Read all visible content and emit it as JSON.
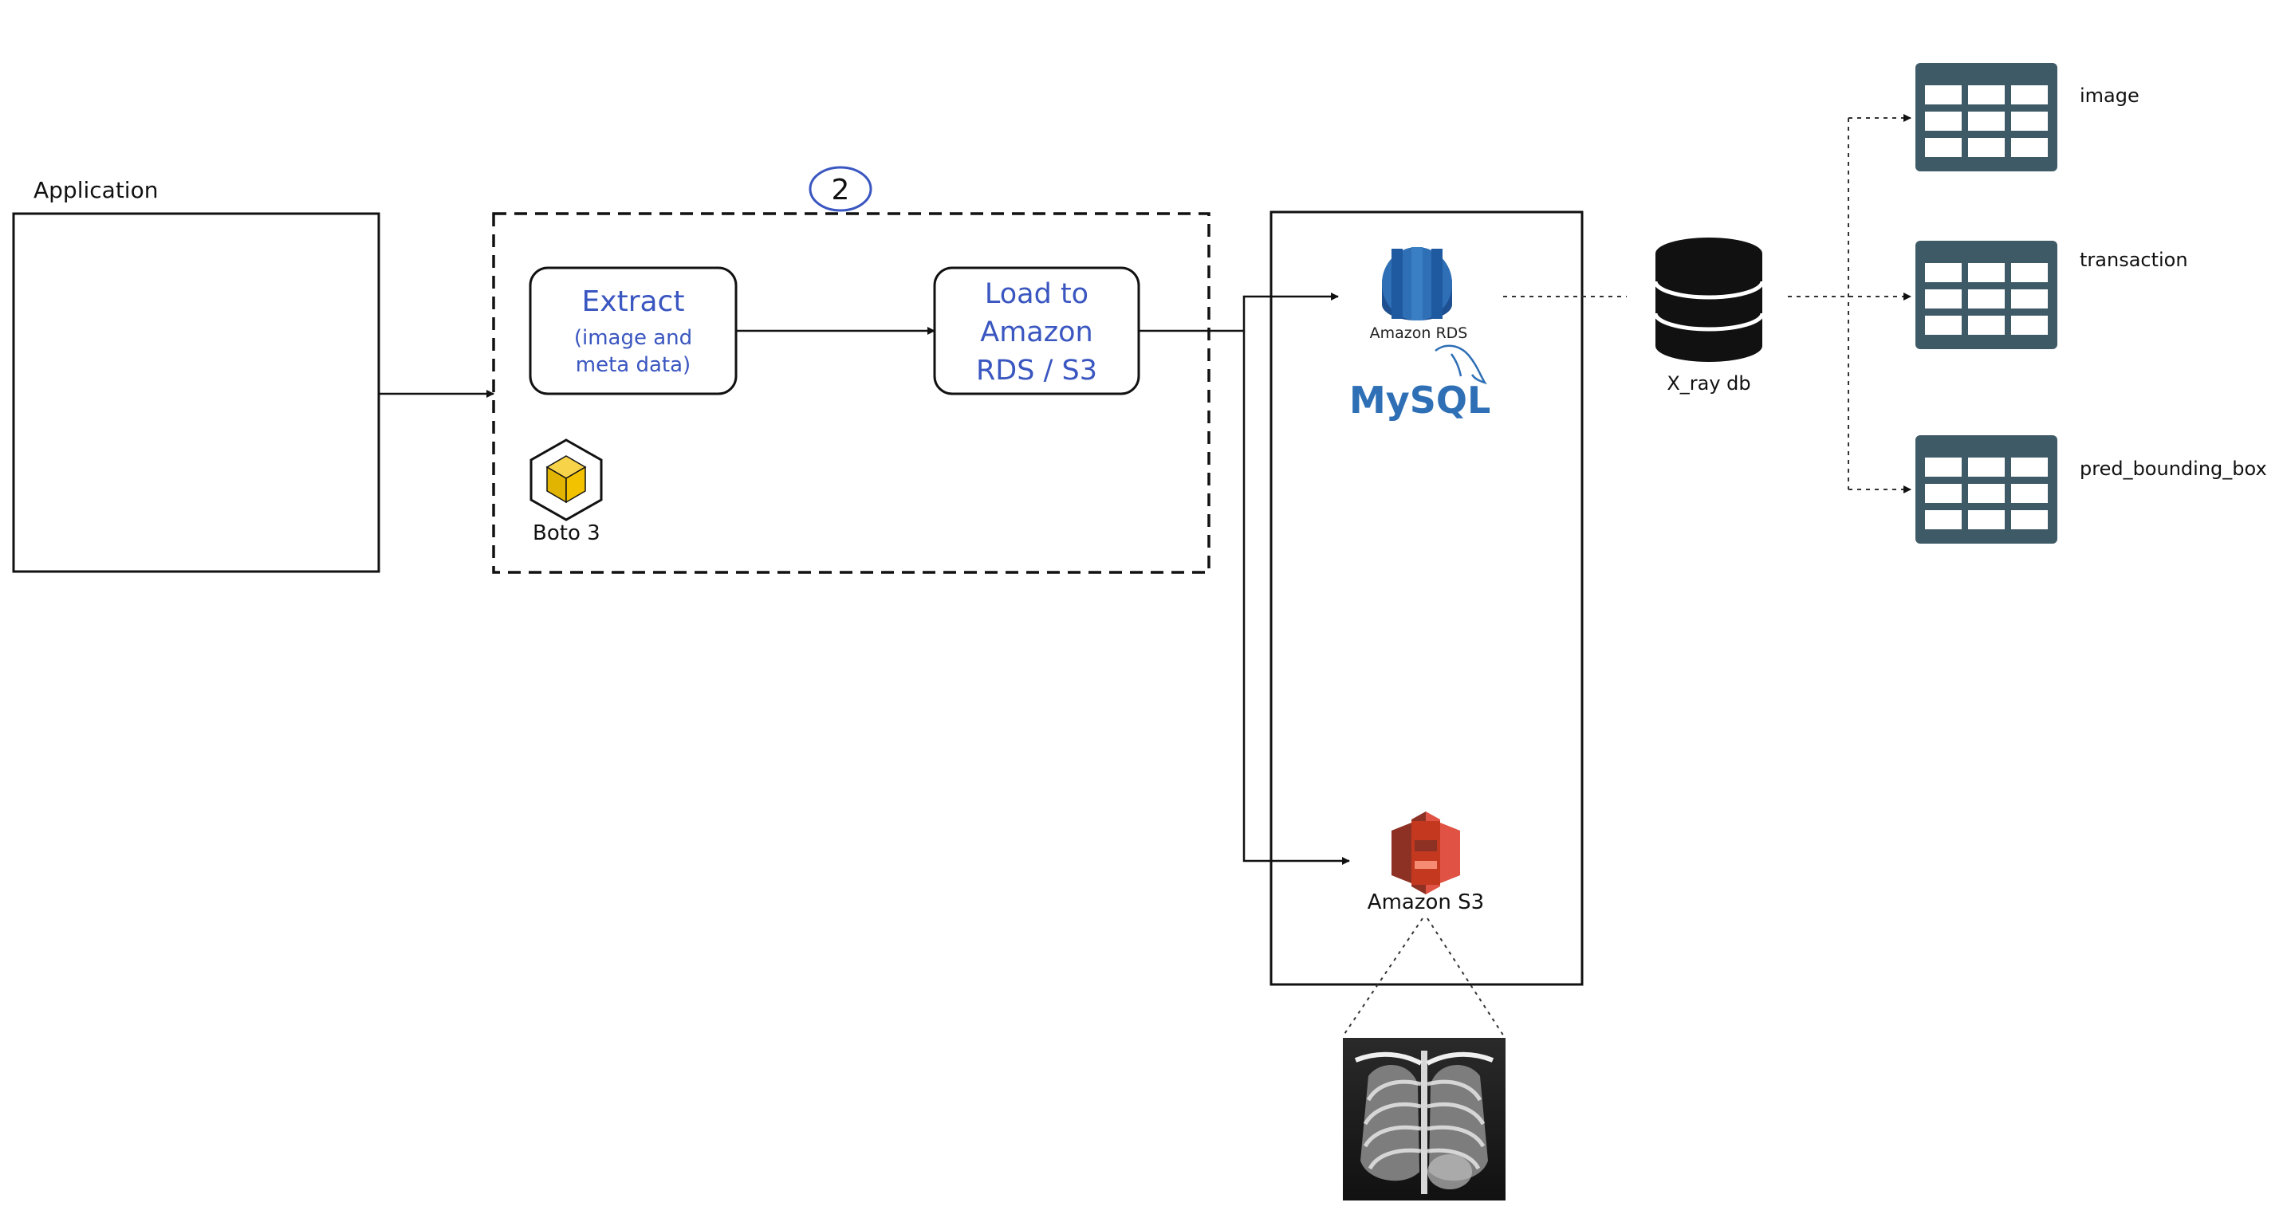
{
  "application": {
    "label": "Application"
  },
  "step_marker": {
    "number": "2"
  },
  "extract": {
    "title": "Extract",
    "sub_line1": "(image and",
    "sub_line2": "meta data)"
  },
  "load": {
    "line1": "Load to",
    "line2": "Amazon",
    "line3": "RDS / S3"
  },
  "boto": {
    "label": "Boto 3"
  },
  "rds": {
    "label": "Amazon RDS",
    "mysql_label": "MySQL"
  },
  "s3": {
    "label": "Amazon S3"
  },
  "database": {
    "label": "X_ray db"
  },
  "tables": [
    {
      "label": "image"
    },
    {
      "label": "transaction"
    },
    {
      "label": "pred_bounding_box"
    }
  ],
  "colors": {
    "accent_blue": "#3a56c0",
    "rds_blue": "#2e6fb5",
    "s3_red": "#d9412e",
    "table_teal": "#3e5a66",
    "boto_yellow": "#f2c200",
    "mysql_orange": "#e48e00"
  },
  "icons": [
    "cube-icon",
    "amazon-rds-icon",
    "mysql-dolphin-icon",
    "amazon-s3-icon",
    "database-icon",
    "table-icon",
    "xray-image"
  ]
}
